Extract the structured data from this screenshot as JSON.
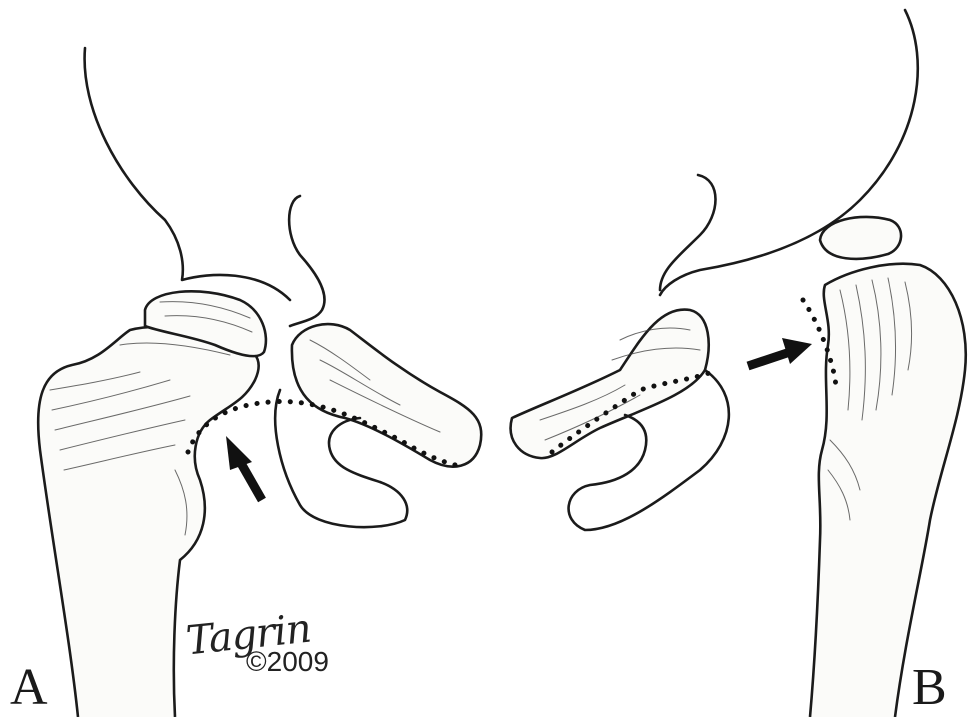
{
  "figure": {
    "panels": [
      {
        "id": "A",
        "label": "A"
      },
      {
        "id": "B",
        "label": "B"
      }
    ],
    "signature": "Tagrin",
    "copyright": "©2009"
  }
}
